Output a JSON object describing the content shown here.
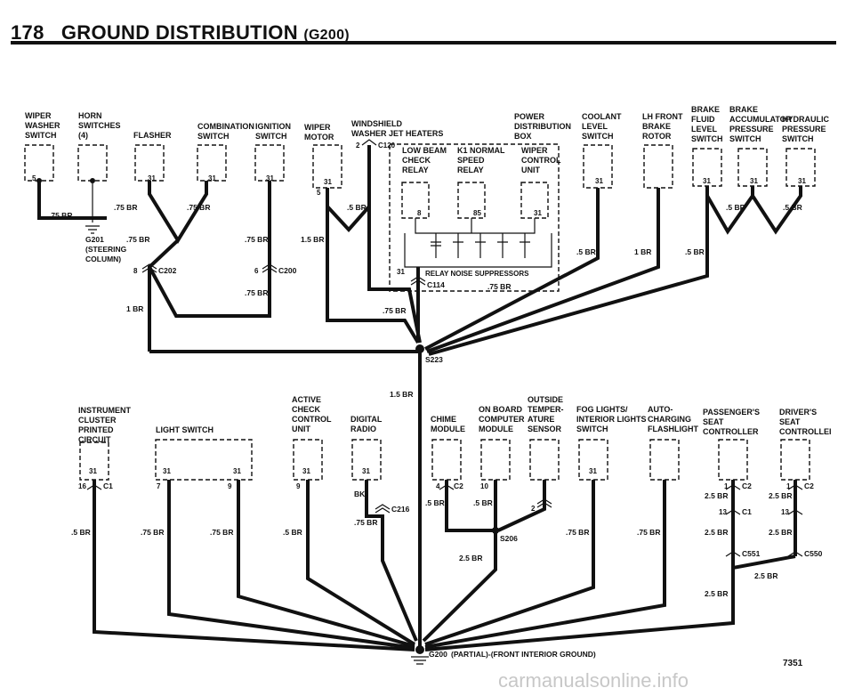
{
  "page": {
    "number": "178",
    "title": "GROUND DISTRIBUTION",
    "code": "(G200)"
  },
  "components": [
    {
      "id": "wiper-washer",
      "lines": [
        "WIPER",
        "WASHER",
        "SWITCH"
      ],
      "pins": [
        "5"
      ]
    },
    {
      "id": "horn",
      "lines": [
        "HORN",
        "SWITCHES",
        "(4)"
      ],
      "pins": []
    },
    {
      "id": "flasher",
      "lines": [
        "FLASHER"
      ],
      "pins": [
        "31"
      ]
    },
    {
      "id": "combination",
      "lines": [
        "COMBINATION",
        "SWITCH"
      ],
      "pins": [
        "31"
      ]
    },
    {
      "id": "ignition",
      "lines": [
        "IGNITION",
        "SWITCH"
      ],
      "pins": [
        "31"
      ]
    },
    {
      "id": "wiper-motor",
      "lines": [
        "WIPER",
        "MOTOR"
      ],
      "pins": [
        "31",
        "5"
      ]
    },
    {
      "id": "windshield",
      "lines": [
        "WINDSHIELD",
        "WASHER JET HEATERS"
      ],
      "pins": []
    },
    {
      "id": "power-dist",
      "lines": [
        "POWER",
        "DISTRIBUTION",
        "BOX"
      ],
      "pins": []
    },
    {
      "id": "coolant",
      "lines": [
        "COOLANT",
        "LEVEL",
        "SWITCH"
      ],
      "pins": [
        "31"
      ]
    },
    {
      "id": "lh-brake",
      "lines": [
        "LH FRONT",
        "BRAKE",
        "ROTOR"
      ],
      "pins": []
    },
    {
      "id": "brake-fluid",
      "lines": [
        "BRAKE",
        "FLUID",
        "LEVEL",
        "SWITCH"
      ],
      "pins": [
        "31"
      ]
    },
    {
      "id": "brake-acc",
      "lines": [
        "BRAKE",
        "ACCUMULATOR",
        "PRESSURE",
        "SWITCH"
      ],
      "pins": [
        "31"
      ]
    },
    {
      "id": "hydraulic",
      "lines": [
        "HYDRAULIC",
        "PRESSURE",
        "SWITCH"
      ],
      "pins": [
        "31"
      ]
    },
    {
      "id": "instrument",
      "lines": [
        "INSTRUMENT",
        "CLUSTER",
        "PRINTED",
        "CIRCUIT"
      ],
      "pins": [
        "31",
        "16"
      ]
    },
    {
      "id": "light-switch",
      "lines": [
        "LIGHT SWITCH"
      ],
      "pins": [
        "31",
        "31",
        "7",
        "9"
      ]
    },
    {
      "id": "active-check",
      "lines": [
        "ACTIVE",
        "CHECK",
        "CONTROL",
        "UNIT"
      ],
      "pins": [
        "31",
        "9"
      ]
    },
    {
      "id": "digital-radio",
      "lines": [
        "DIGITAL",
        "RADIO"
      ],
      "pins": [
        "31"
      ]
    },
    {
      "id": "chime",
      "lines": [
        "CHIME",
        "MODULE"
      ],
      "pins": [
        "4"
      ]
    },
    {
      "id": "obc",
      "lines": [
        "ON BOARD",
        "COMPUTER",
        "MODULE"
      ],
      "pins": [
        "10"
      ]
    },
    {
      "id": "outside-temp",
      "lines": [
        "OUTSIDE",
        "TEMPER-",
        "ATURE",
        "SENSOR"
      ],
      "pins": [
        "2"
      ]
    },
    {
      "id": "fog",
      "lines": [
        "FOG LIGHTS/",
        "INTERIOR LIGHTS",
        "SWITCH"
      ],
      "pins": [
        "31"
      ]
    },
    {
      "id": "auto-charging",
      "lines": [
        "AUTO-",
        "CHARGING",
        "FLASHLIGHT"
      ],
      "pins": []
    },
    {
      "id": "passenger-seat",
      "lines": [
        "PASSENGER'S",
        "SEAT",
        "CONTROLLER"
      ],
      "pins": [
        "1"
      ]
    },
    {
      "id": "driver-seat",
      "lines": [
        "DRIVER'S",
        "SEAT",
        "CONTROLLEI"
      ],
      "pins": [
        "1"
      ]
    }
  ],
  "relays": [
    "LOW BEAM",
    "CHECK",
    "RELAY",
    "K1 NORMAL",
    "SPEED",
    "RELAY",
    "WIPER",
    "CONTROL",
    "UNIT"
  ],
  "relay_pins": [
    "8",
    "85",
    "31"
  ],
  "suppressors": "RELAY NOISE SUPPRESSORS",
  "connectors": {
    "c120": "C120",
    "c202": "C202",
    "c200": "C200",
    "c114": "C114",
    "s223": "S223",
    "c1": "C1",
    "c2": "C2",
    "c216": "C216",
    "s206": "S206",
    "c551": "C551",
    "c550": "C550",
    "g201": "G201",
    "g201_note1": "(STEERING",
    "g201_note2": "COLUMN)",
    "g200": "G200",
    "g200_note": "(PARTIAL)-(FRONT INTERIOR GROUND)"
  },
  "wire_labels": {
    "w075": ".75 BR",
    "w05": ".5 BR",
    "w1": "1 BR",
    "w15": "1.5 BR",
    "w25": "2.5 BR",
    "bk": "BK",
    "n2": "2",
    "n8": "8",
    "n6": "6",
    "n31": "31",
    "n13": "13",
    "n1": "1"
  },
  "figure_number": "7351",
  "watermark": "carmanualsonline.info"
}
